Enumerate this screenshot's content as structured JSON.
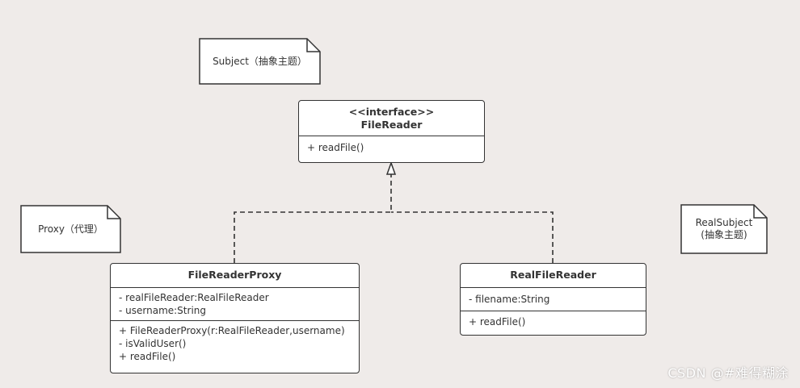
{
  "notes": {
    "subject": "Subject（抽象主题）",
    "proxy": "Proxy（代理）",
    "real_subject_line1": "RealSubject",
    "real_subject_line2": "(抽象主题)"
  },
  "interface_class": {
    "stereotype": "<<interface>>",
    "name": "FileReader",
    "methods": [
      "+ readFile()"
    ]
  },
  "proxy_class": {
    "name": "FileReaderProxy",
    "attributes": [
      "- realFileReader:RealFileReader",
      "- username:String"
    ],
    "methods": [
      "+ FileReaderProxy(r:RealFileReader,username)",
      "- isValidUser()",
      "+ readFile()"
    ]
  },
  "real_class": {
    "name": "RealFileReader",
    "attributes": [
      "- filename:String"
    ],
    "methods": [
      "+ readFile()"
    ]
  },
  "watermark": "CSDN @#难得糊涂",
  "colors": {
    "background": "#efebe9",
    "stroke": "#333333",
    "box": "#ffffff"
  }
}
